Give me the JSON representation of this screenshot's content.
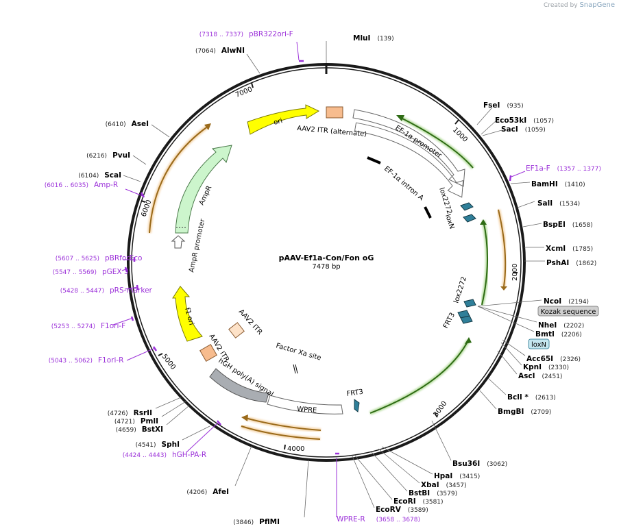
{
  "credit": {
    "prefix": "Created by",
    "brand": "SnapGene"
  },
  "plasmid": {
    "name": "pAAV-Ef1a-Con/Fon oG",
    "length": "7478 bp"
  },
  "ticks": [
    "1000",
    "2000",
    "3000",
    "4000",
    "5000",
    "6000",
    "7000"
  ],
  "enzymes": [
    {
      "name": "MluI",
      "pos": "(139)"
    },
    {
      "name": "FseI",
      "pos": "(935)"
    },
    {
      "name": "Eco53kI",
      "pos": "(1057)"
    },
    {
      "name": "SacI",
      "pos": "(1059)"
    },
    {
      "name": "BamHI",
      "pos": "(1410)"
    },
    {
      "name": "SalI",
      "pos": "(1534)"
    },
    {
      "name": "BspEI",
      "pos": "(1658)"
    },
    {
      "name": "XcmI",
      "pos": "(1785)"
    },
    {
      "name": "PshAI",
      "pos": "(1862)"
    },
    {
      "name": "NcoI",
      "pos": "(2194)"
    },
    {
      "name": "NheI",
      "pos": "(2202)"
    },
    {
      "name": "BmtI",
      "pos": "(2206)"
    },
    {
      "name": "Acc65I",
      "pos": "(2326)"
    },
    {
      "name": "KpnI",
      "pos": "(2330)"
    },
    {
      "name": "AscI",
      "pos": "(2451)"
    },
    {
      "name": "BclI *",
      "pos": "(2613)"
    },
    {
      "name": "BmgBI",
      "pos": "(2709)"
    },
    {
      "name": "Bsu36I",
      "pos": "(3062)"
    },
    {
      "name": "HpaI",
      "pos": "(3415)"
    },
    {
      "name": "XbaI",
      "pos": "(3457)"
    },
    {
      "name": "BstBI",
      "pos": "(3579)"
    },
    {
      "name": "EcoRI",
      "pos": "(3581)"
    },
    {
      "name": "EcoRV",
      "pos": "(3589)"
    },
    {
      "name": "PflMI",
      "pos": "(3846)"
    },
    {
      "name": "AfeI",
      "pos": "(4206)"
    },
    {
      "name": "SphI",
      "pos": "(4541)"
    },
    {
      "name": "BstXI",
      "pos": "(4659)"
    },
    {
      "name": "PmlI",
      "pos": "(4721)"
    },
    {
      "name": "RsrII",
      "pos": "(4726)"
    },
    {
      "name": "ScaI",
      "pos": "(6104)"
    },
    {
      "name": "PvuI",
      "pos": "(6216)"
    },
    {
      "name": "AseI",
      "pos": "(6410)"
    },
    {
      "name": "AlwNI",
      "pos": "(7064)"
    }
  ],
  "primers": [
    {
      "name": "pBR322ori-F",
      "pos": "(7318 .. 7337)"
    },
    {
      "name": "EF1a-F",
      "pos": "(1357 .. 1377)"
    },
    {
      "name": "WPRE-R",
      "pos": "(3658 .. 3678)"
    },
    {
      "name": "hGH-PA-R",
      "pos": "(4424 .. 4443)"
    },
    {
      "name": "F1ori-R",
      "pos": "(5043 .. 5062)"
    },
    {
      "name": "F1ori-F",
      "pos": "(5253 .. 5274)"
    },
    {
      "name": "pRS-marker",
      "pos": "(5428 .. 5447)"
    },
    {
      "name": "pGEX 3'",
      "pos": "(5547 .. 5569)"
    },
    {
      "name": "pBRforEco",
      "pos": "(5607 .. 5625)"
    },
    {
      "name": "Amp-R",
      "pos": "(6016 .. 6035)"
    }
  ],
  "boxed_features": [
    "Kozak sequence",
    "loxN"
  ],
  "features": [
    "ori",
    "AAV2 ITR (alternate)",
    "EF-1α promoter",
    "EF-1α intron A",
    "lox2272",
    "loxN",
    "lox2272",
    "FRT3",
    "FRT3",
    "WPRE",
    "hGH poly(A) signal",
    "Factor Xa site",
    "AAV2 ITR",
    "AAV2 ITR",
    "f1 ori",
    "AmpR promoter",
    "AmpR"
  ],
  "colors": {
    "primer": "#9b30d9",
    "ori": "#ffff00",
    "itr": "#f7bc8e",
    "promoter": "#ffffff",
    "ampr": "#ccf5cc",
    "polya": "#a9adb2",
    "orf": "#f0c080",
    "green": "#6dbb3c",
    "site": "#2f7f99"
  }
}
